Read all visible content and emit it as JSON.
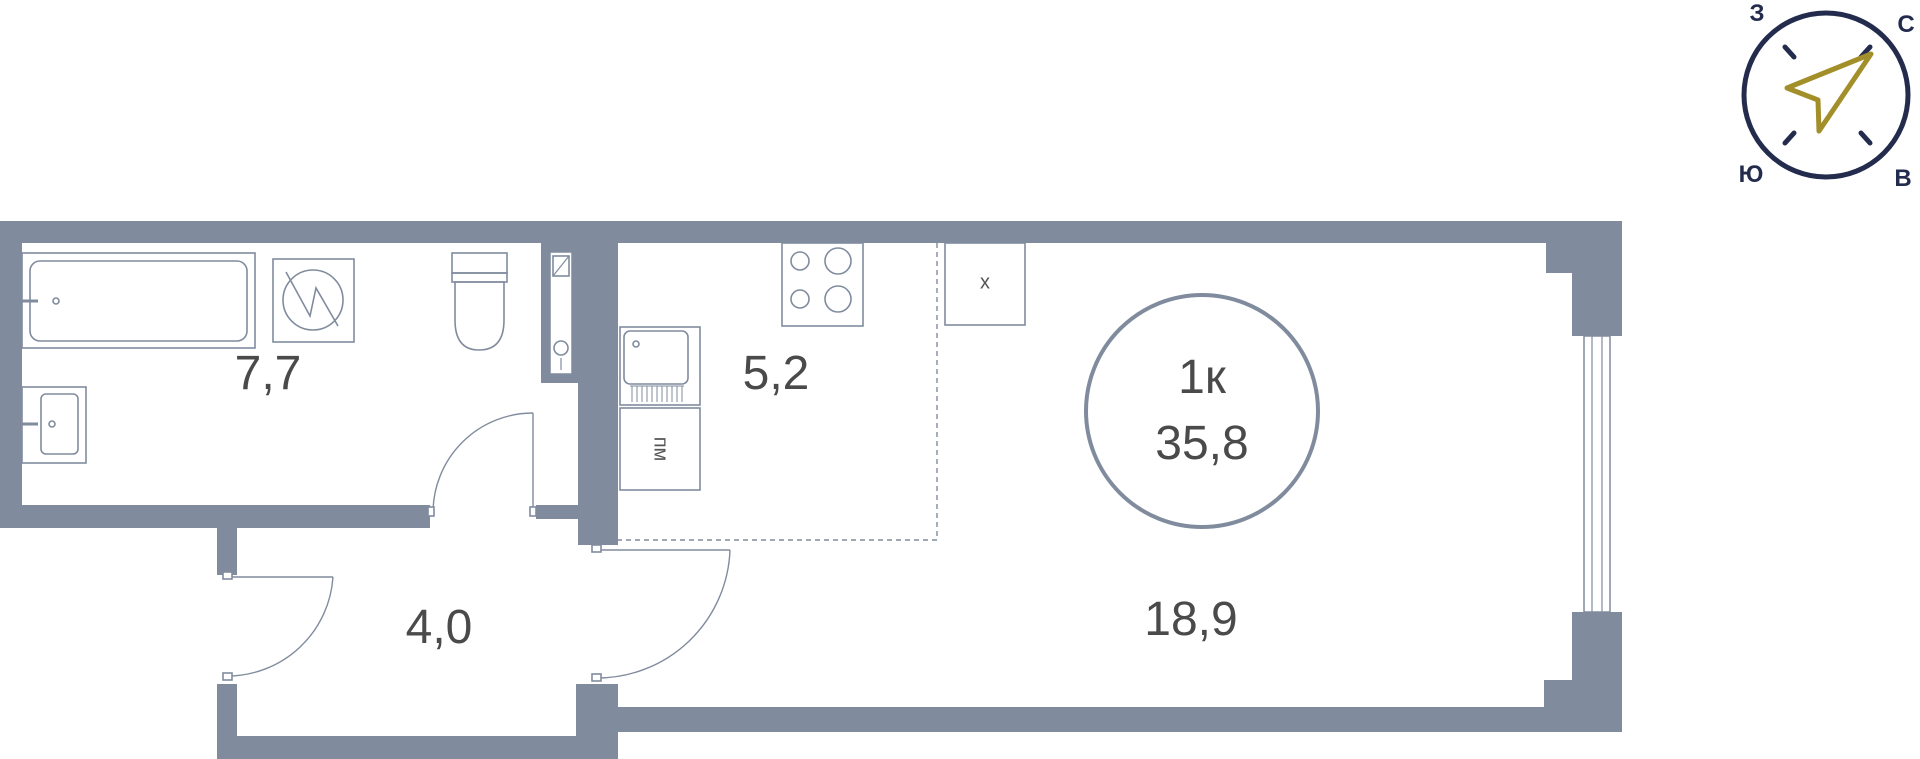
{
  "apartment": {
    "type_label": "1к",
    "total_area": "35,8"
  },
  "rooms": {
    "bathroom": "7,7",
    "kitchen": "5,2",
    "hallway": "4,0",
    "living": "18,9"
  },
  "fixtures": {
    "dishwasher_label": "пм",
    "fridge_label": "х"
  },
  "compass": {
    "north_label": "С",
    "west_label": "З",
    "south_label": "Ю",
    "east_label": "В",
    "arrow_color": "#a38f2a",
    "ring_color": "#242c4e"
  },
  "colors": {
    "wall": "#808c9e",
    "badge_ring": "#808c9e",
    "text": "#4a4a4a"
  }
}
